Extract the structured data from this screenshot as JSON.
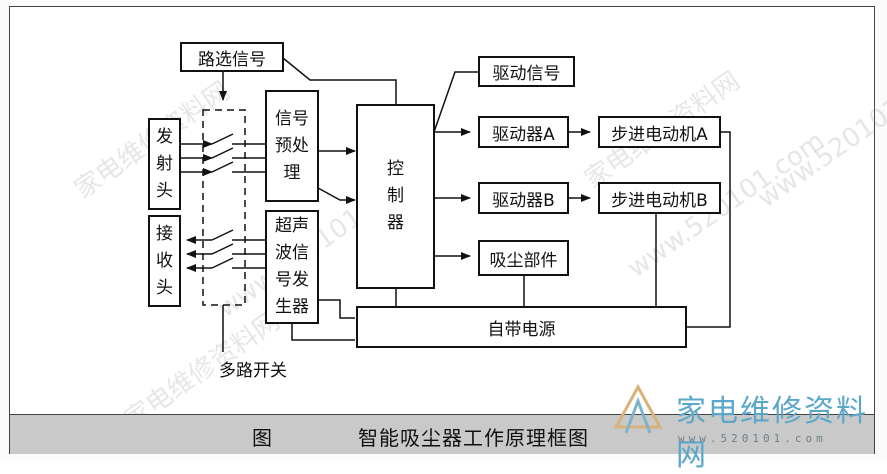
{
  "diagram": {
    "blocks": {
      "route_signal": "路选信号",
      "transmitter": "发射头",
      "receiver": "接收头",
      "preprocess": "信号预处理",
      "ultrasonic_gen": "超声波信号发生器",
      "controller": "控制器",
      "drive_signal": "驱动信号",
      "driver_a": "驱动器A",
      "driver_b": "驱动器B",
      "motor_a": "步进电动机A",
      "motor_b": "步进电动机B",
      "vacuum": "吸尘部件",
      "power": "自带电源"
    },
    "multiplexer_label": "多路开关"
  },
  "caption": {
    "fig": "图",
    "title": "智能吸尘器工作原理框图"
  },
  "logo": {
    "text": "家电维修资料网",
    "url": "www.520101.com"
  },
  "watermarks": [
    "家电维修资料网",
    "www.520101.com",
    "家电维修资料网",
    "www.520101.com",
    "家电维修资料网",
    "www.520101.com"
  ]
}
